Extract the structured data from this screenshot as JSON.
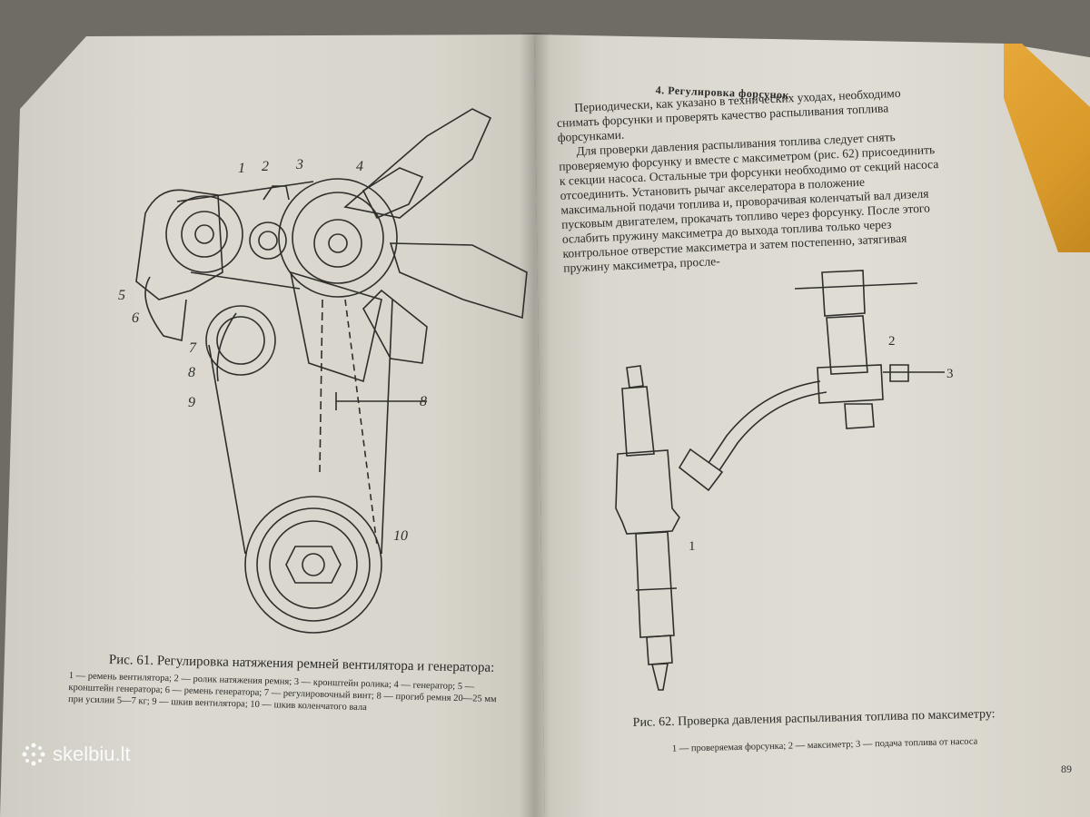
{
  "left_page": {
    "fig61": {
      "title": "Рис. 61. Регулировка натяжения ремней вентилятора и генератора:",
      "legend": "1 — ремень вентилятора; 2 — ролик натяжения ремня; 3 — кронштейн ролика; 4 — генератор; 5 — кронштейн генератора; 6 — ремень генератора; 7 — регулировочный винт; 8 — прогиб ремня 20—25 мм при усилии 5—7 кг; 9 — шкив вентилятора; 10 — шкив коленчатого вала",
      "labels": [
        "1",
        "2",
        "3",
        "4",
        "5",
        "6",
        "7",
        "8",
        "9",
        "8",
        "10"
      ]
    }
  },
  "right_page": {
    "section_title": "4. Регулировка форсунок",
    "paragraphs": [
      "Периодически, как указано в технических уходах, необходимо снимать форсунки и проверять качество распыливания топлива форсунками.",
      "Для проверки давления распыливания топлива следует снять проверяемую форсунку и вместе с максиметром (рис. 62) присоединить к секции насоса. Остальные три форсунки необходимо от секций насоса отсоединить. Установить рычаг акселератора в положение максимальной подачи топлива и, проворачивая коленчатый вал дизеля пусковым двигателем, прокачать топливо через форсунку. После этого ослабить пружину максиметра до выхода топлива только через контрольное отверстие максиметра и затем постепенно, затягивая пружину максиметра, просле-"
    ],
    "fig62": {
      "title": "Рис. 62. Проверка давления распыливания топлива по максиметру:",
      "legend": "1 — проверяемая форсунка; 2 — максиметр; 3 — подача топлива от насоса",
      "labels": [
        "1",
        "2",
        "3"
      ]
    },
    "page_number": "89"
  },
  "watermark": {
    "text": "skelbiu.lt"
  },
  "colors": {
    "paper": "#dcd9d1",
    "ink": "#2b2a27",
    "book_edge": "#e0a032"
  }
}
